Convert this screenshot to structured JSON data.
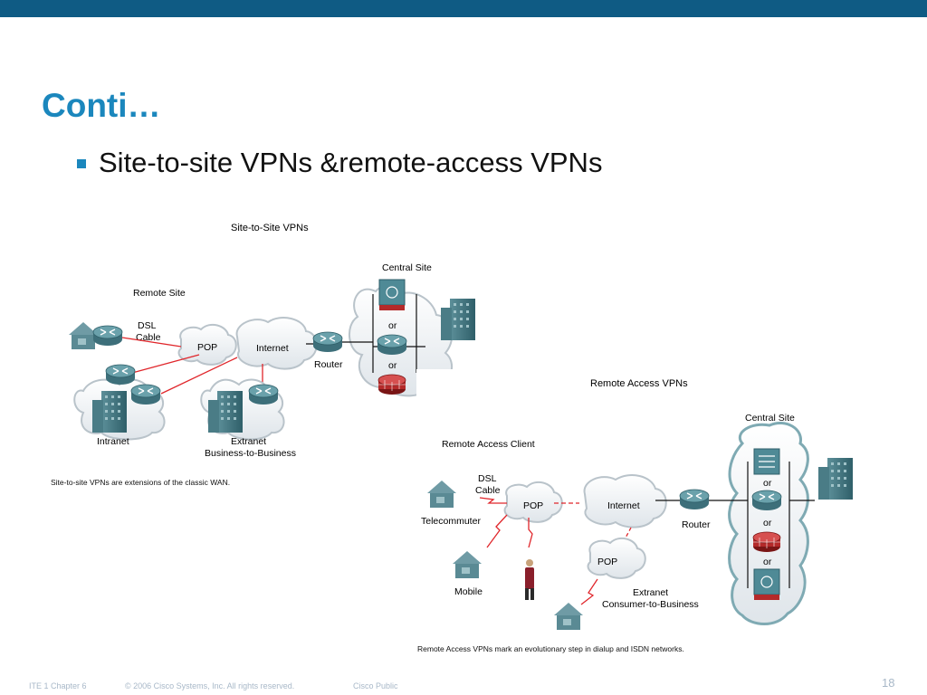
{
  "slide": {
    "title": "Conti…",
    "bullet": "Site-to-site VPNs &remote-access VPNs"
  },
  "site_to_site": {
    "title": "Site-to-Site VPNs",
    "remote_site": "Remote Site",
    "dsl": "DSL",
    "cable": "Cable",
    "pop": "POP",
    "internet": "Internet",
    "router": "Router",
    "central_site": "Central Site",
    "or1": "or",
    "or2": "or",
    "intranet": "Intranet",
    "extranet": "Extranet",
    "b2b": "Business-to-Business",
    "caption": "Site-to-site VPNs are extensions of the classic WAN."
  },
  "remote_access": {
    "title": "Remote Access VPNs",
    "central_site": "Central Site",
    "client": "Remote Access Client",
    "dsl": "DSL",
    "cable": "Cable",
    "pop": "POP",
    "internet": "Internet",
    "router": "Router",
    "telecommuter": "Telecommuter",
    "mobile": "Mobile",
    "pop2": "POP",
    "extranet": "Extranet",
    "c2b": "Consumer-to-Business",
    "or1": "or",
    "or2": "or",
    "or3": "or",
    "caption": "Remote Access VPNs mark an evolutionary step in dialup and ISDN networks."
  },
  "footer": {
    "chapter": "ITE 1 Chapter 6",
    "copyright": "© 2006 Cisco Systems, Inc. All rights reserved.",
    "classification": "Cisco Public",
    "page": "18"
  },
  "colors": {
    "topbar": "#0f5b84",
    "title": "#1b87bd",
    "link_red": "#e0262b",
    "device_teal": "#4f8a96"
  }
}
